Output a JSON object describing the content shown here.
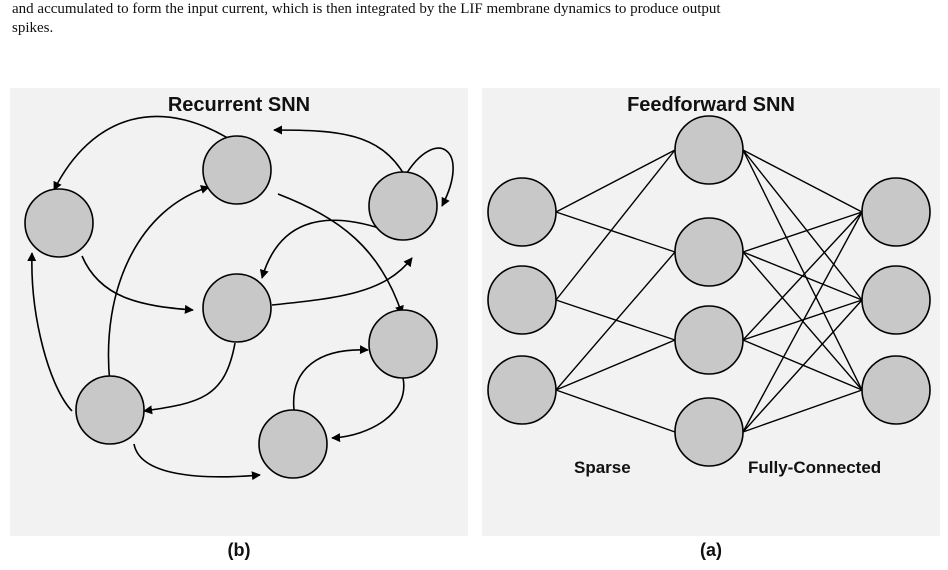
{
  "caption": {
    "line1": "and accumulated to form the input current, which is then integrated by the LIF membrane dynamics to produce output",
    "line2": "spikes."
  },
  "recurrent": {
    "title": "Recurrent SNN",
    "sublabel": "(b)"
  },
  "feedforward": {
    "title": "Feedforward SNN",
    "sparse_label": "Sparse",
    "fc_label": "Fully-Connected",
    "sublabel": "(a)"
  },
  "colors": {
    "panel_bg": "#f2f2f2",
    "neuron_fill": "#c8c8c8",
    "stroke": "#000000"
  }
}
